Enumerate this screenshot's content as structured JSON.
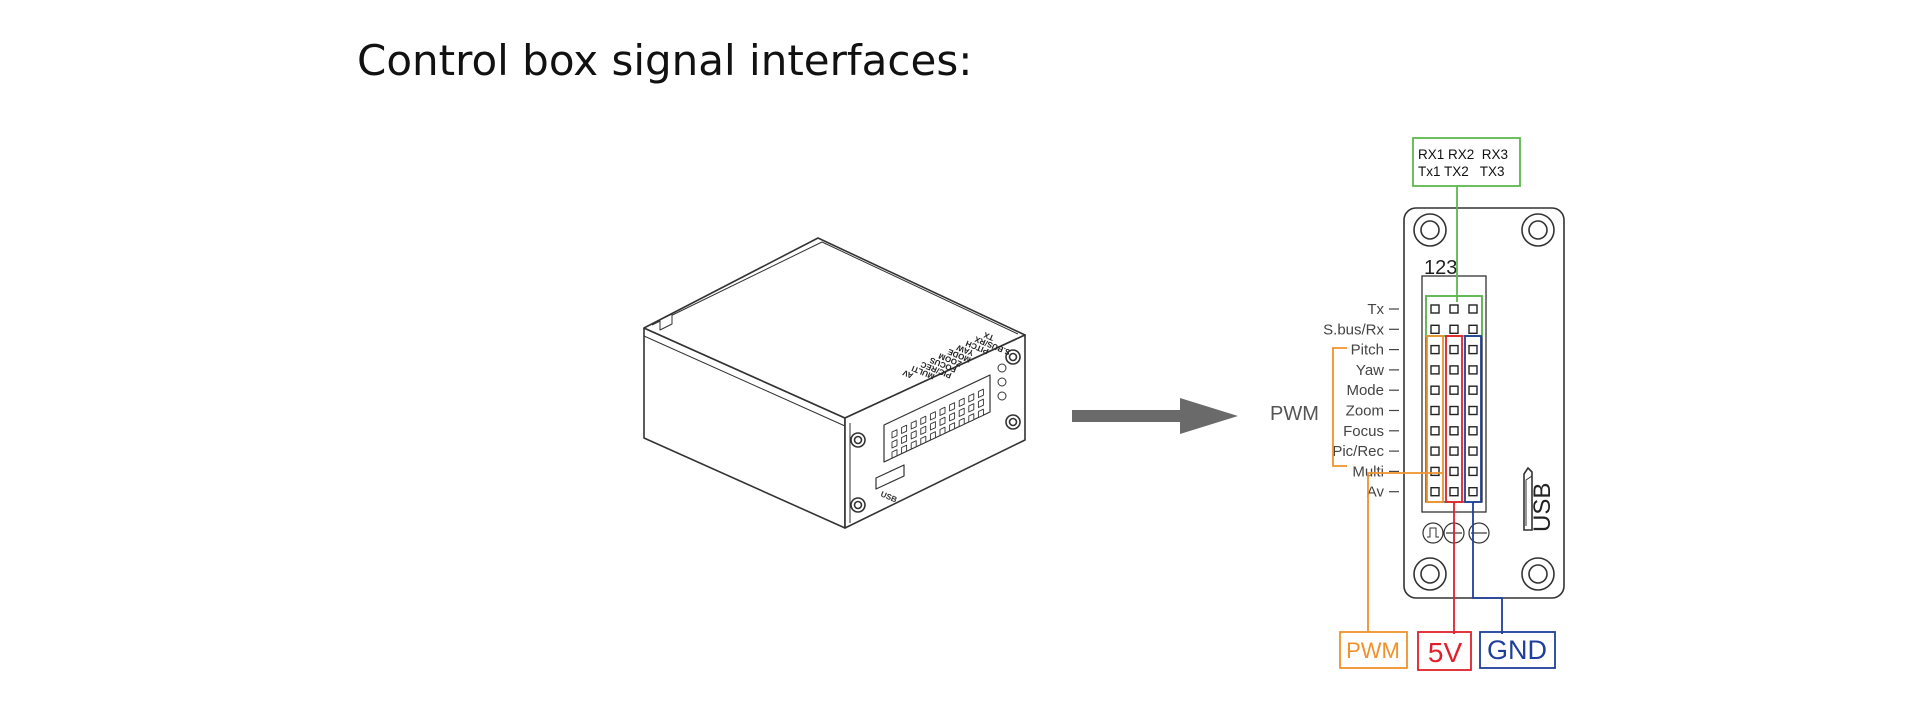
{
  "title": "Control box signal interfaces:",
  "colors": {
    "pwm": "#f0922b",
    "v5": "#e0202b",
    "gnd": "#1f3f9a",
    "uart": "#5cb84a",
    "arrow": "#6a6a6a"
  },
  "uart_header": {
    "line1": "RX1 RX2  RX3",
    "line2": "Tx1 TX2   TX3"
  },
  "pin_numbers": "123",
  "pins": [
    "Tx",
    "S.bus/Rx",
    "Pitch",
    "Yaw",
    "Mode",
    "Zoom",
    "Focus",
    "Pic/Rec",
    "Multi",
    "Av"
  ],
  "pwm_group_label": "PWM",
  "usb_label": "USB",
  "box_label": "USB",
  "box_pins": [
    "TX",
    "S.BUS/RX",
    "PITCH",
    "YAW",
    "MODE",
    "ZOOM",
    "FOCUS",
    "PIC/REC",
    "MULTI",
    "AV"
  ],
  "bottom_labels": {
    "pwm": "PWM",
    "v5": "5V",
    "gnd": "GND"
  }
}
